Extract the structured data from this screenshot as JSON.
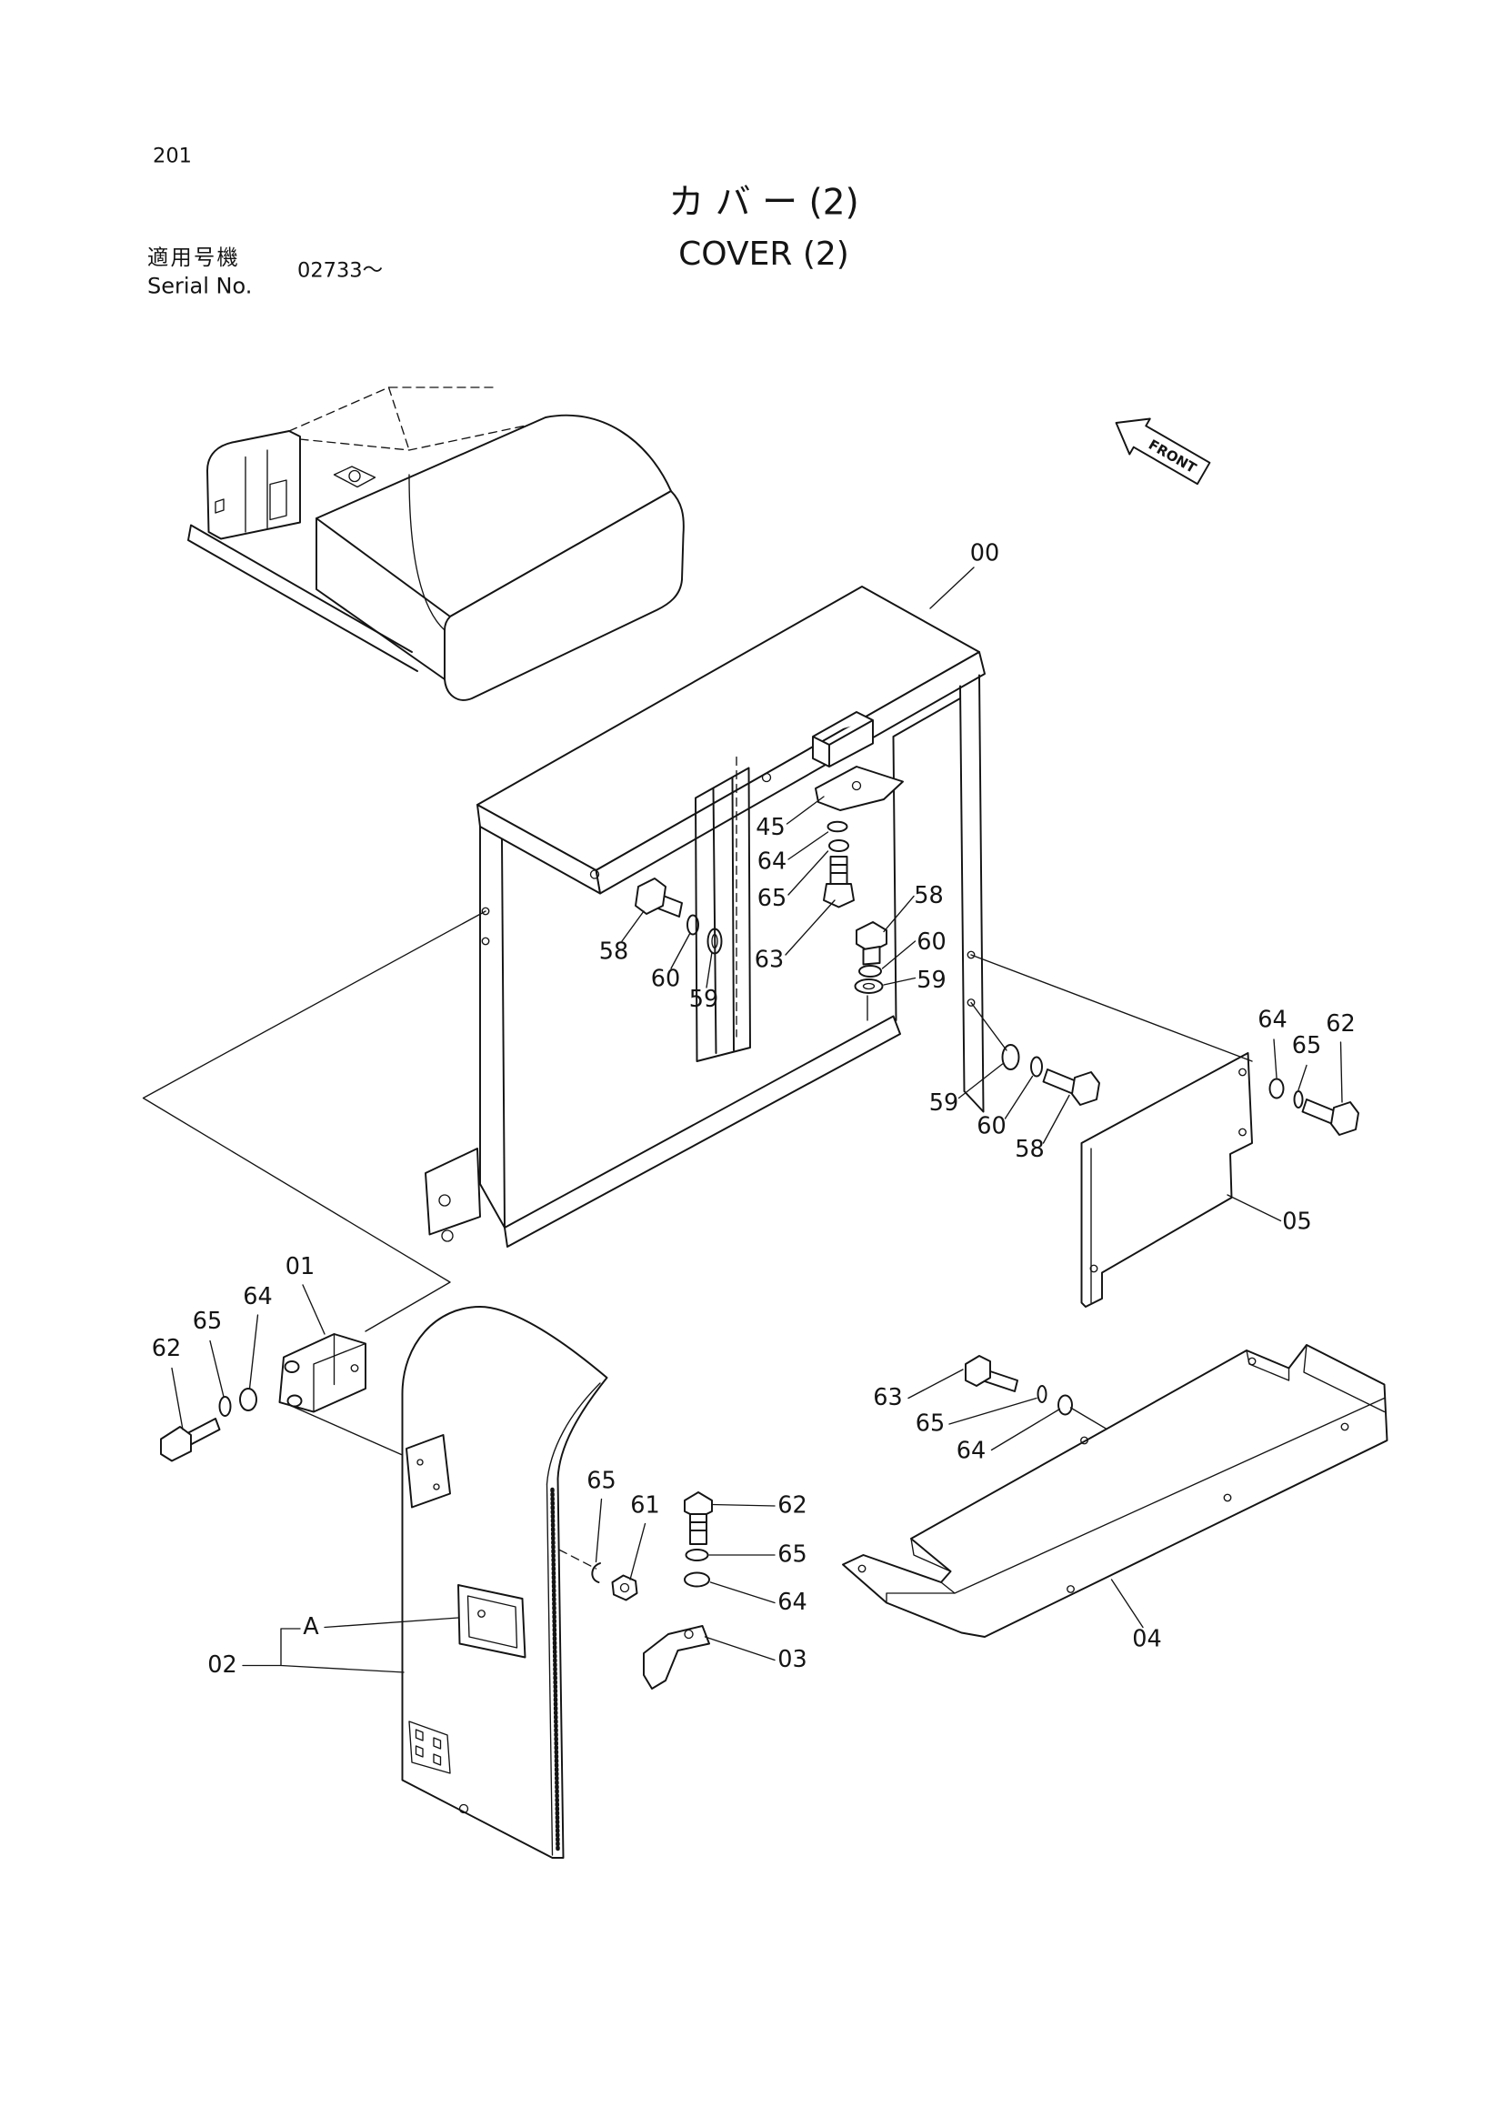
{
  "page_number": "201",
  "title": {
    "jp": "カ バ ー (2)",
    "en": "COVER (2)"
  },
  "serial": {
    "label_jp": "適用号機",
    "label_en": "Serial No.",
    "value": "02733～"
  },
  "front_marker": "FRONT",
  "callouts": [
    "00",
    "45",
    "64",
    "65",
    "63",
    "58",
    "60",
    "59",
    "58",
    "60",
    "59",
    "59",
    "60",
    "58",
    "64",
    "65",
    "62",
    "05",
    "01",
    "64",
    "65",
    "62",
    "63",
    "65",
    "64",
    "65",
    "61",
    "62",
    "65",
    "64",
    "03",
    "04",
    "A",
    "02"
  ]
}
